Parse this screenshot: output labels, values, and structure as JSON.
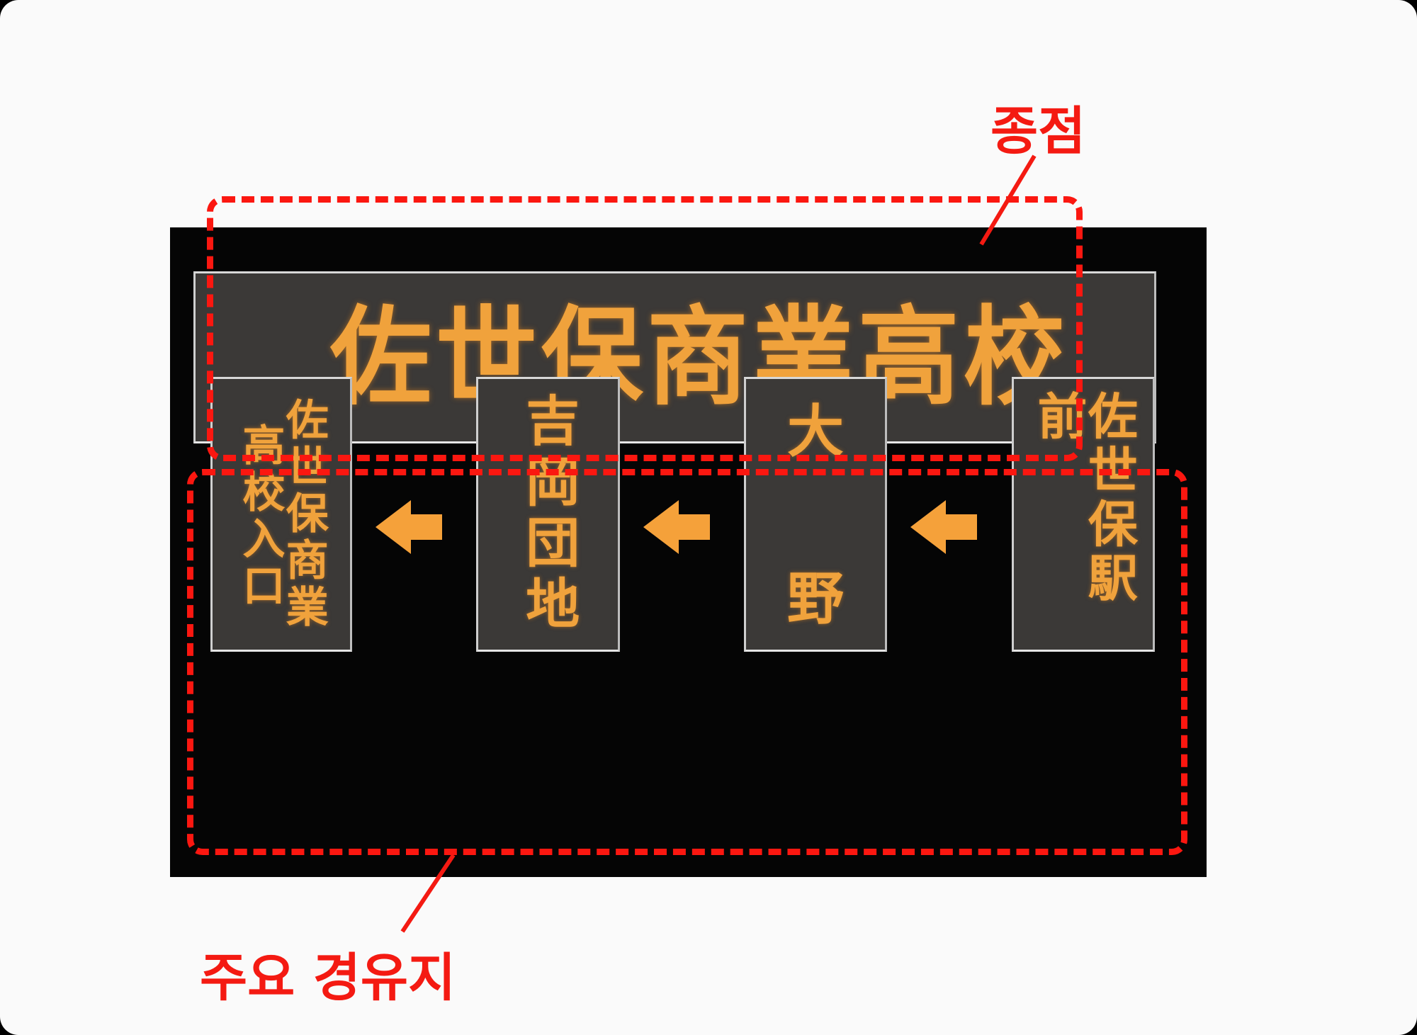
{
  "sign": {
    "kind": "bus-destination-led-sign",
    "colors": {
      "board_background": "#050505",
      "panel_face": "#3b3937",
      "panel_border": "#d8d8d8",
      "led_text": "#f0a23c",
      "highlight_red": "#fb1710",
      "callout_red": "#f41a12",
      "card_background": "#fafafa"
    },
    "destination": {
      "label": "佐世保商業高校",
      "role": "terminus"
    },
    "via_stops": [
      {
        "columns": [
          "佐世保商業",
          "高校入口"
        ],
        "full_text": "佐世保商業高校入口",
        "layout": "two-column-vertical",
        "order": 4
      },
      {
        "columns": [
          "吉岡団地"
        ],
        "full_text": "吉岡団地",
        "layout": "single-column-vertical",
        "order": 3
      },
      {
        "columns": [
          "大野"
        ],
        "full_text": "大野",
        "layout": "single-column-vertical-justified",
        "order": 2
      },
      {
        "columns": [
          "佐世保駅前"
        ],
        "full_text": "佐世保駅前",
        "layout": "single-column-vertical",
        "order": 1
      }
    ],
    "arrows": [
      {
        "direction": "left",
        "glyph": "arrow-left"
      },
      {
        "direction": "left",
        "glyph": "arrow-left"
      },
      {
        "direction": "left",
        "glyph": "arrow-left"
      }
    ]
  },
  "annotations": {
    "terminus": {
      "label": "종점",
      "points_to": "destination-panel"
    },
    "via": {
      "label": "주요 경유지",
      "points_to": "via-stop-row"
    }
  }
}
